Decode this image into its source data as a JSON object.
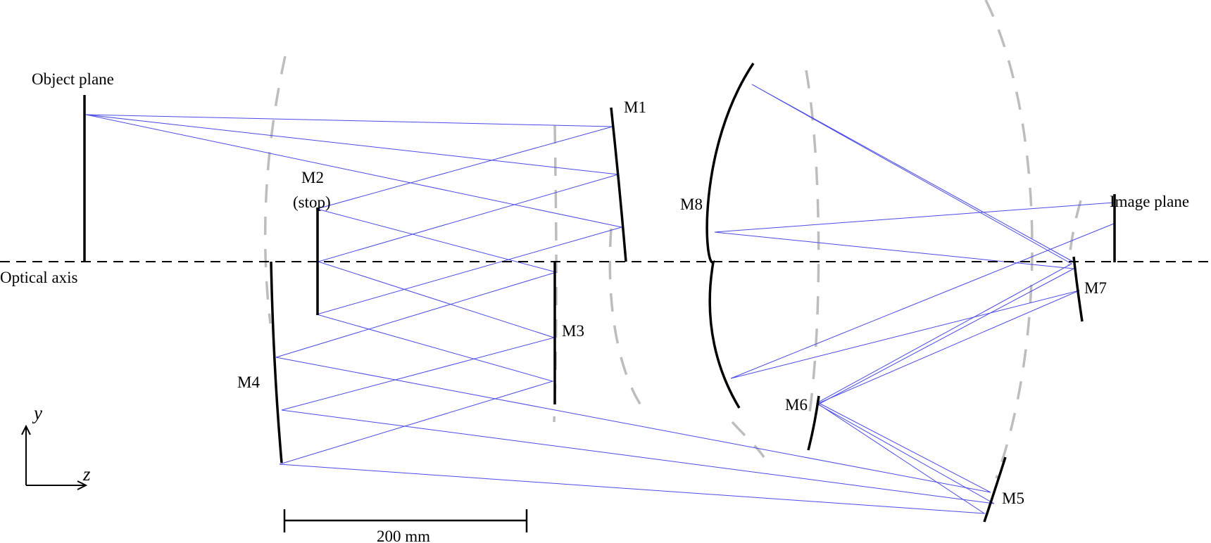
{
  "labels": {
    "object_plane": "Object plane",
    "image_plane": "Image plane",
    "optical_axis": "Optical axis",
    "m1": "M1",
    "m2": "M2",
    "m2_note": "(stop)",
    "m3": "M3",
    "m4": "M4",
    "m5": "M5",
    "m6": "M6",
    "m7": "M7",
    "m8": "M8",
    "axis_y": "y",
    "axis_z": "z",
    "scale_bar": "200 mm"
  },
  "colors": {
    "ray": "#4a4ae8",
    "mirror": "#000000",
    "guide": "#bdbdbd",
    "axis": "#000000"
  }
}
